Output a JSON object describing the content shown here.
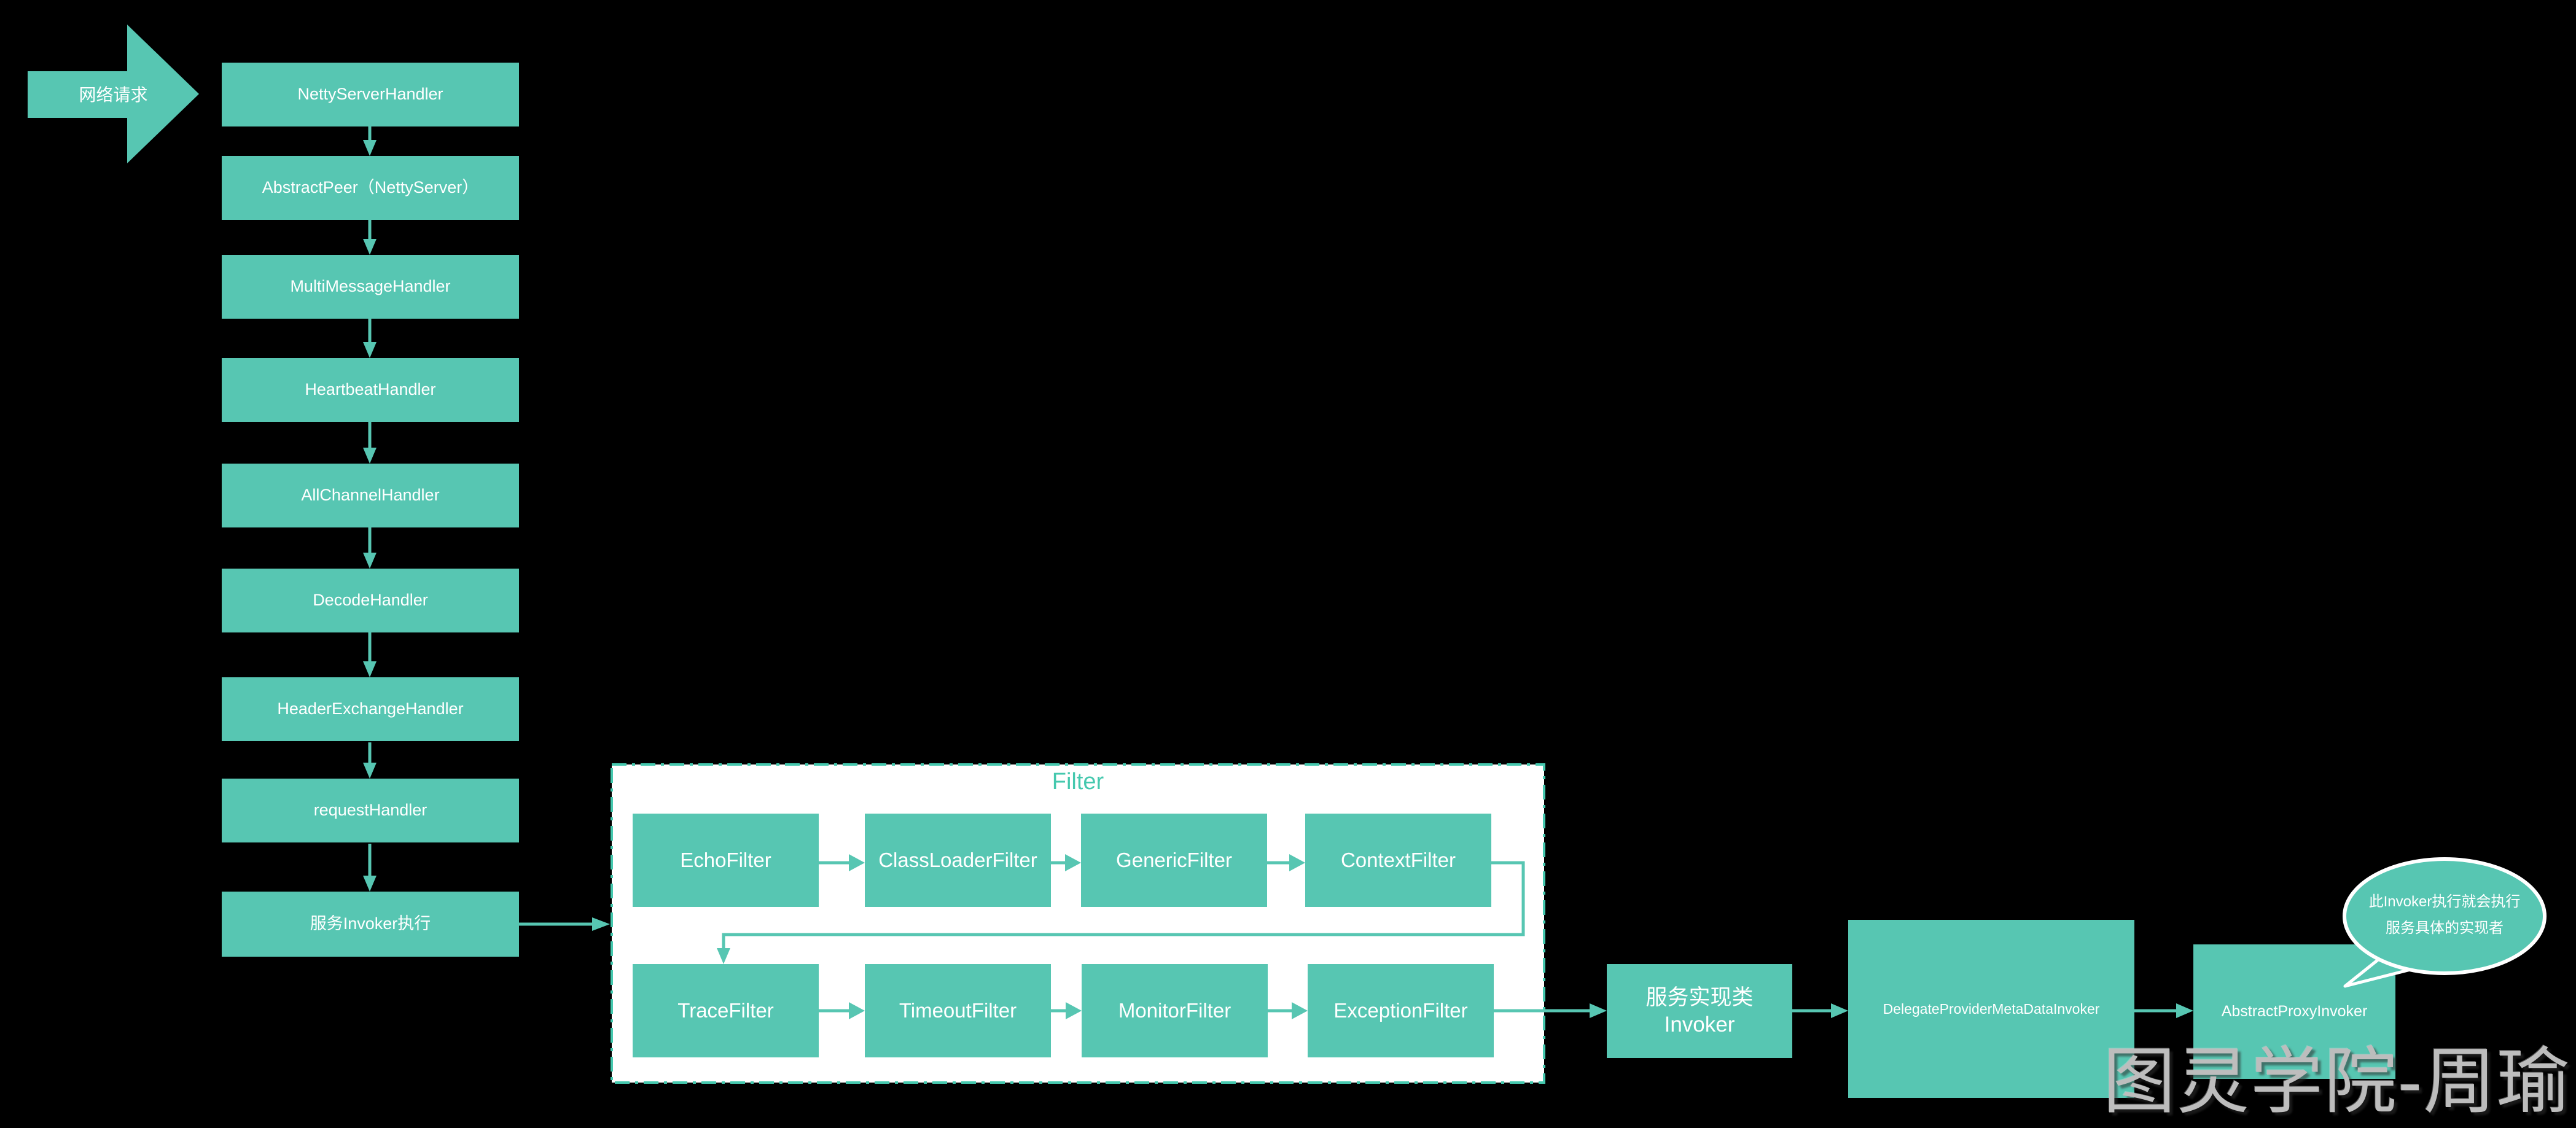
{
  "colors": {
    "background": "#000000",
    "teal": "#57C6B2",
    "filter_panel_fill": "#FFFFFF",
    "filter_title_color": "#45C8AE",
    "box_text": "#FFFFFF",
    "watermark_gray": "#BDBDBD"
  },
  "source_arrow": {
    "label": "网络请求"
  },
  "handler_chain": [
    {
      "label": "NettyServerHandler"
    },
    {
      "label": "AbstractPeer（NettyServer）"
    },
    {
      "label": "MultiMessageHandler"
    },
    {
      "label": "HeartbeatHandler"
    },
    {
      "label": "AllChannelHandler"
    },
    {
      "label": "DecodeHandler"
    },
    {
      "label": "HeaderExchangeHandler"
    },
    {
      "label": "requestHandler"
    },
    {
      "label": "服务Invoker执行"
    }
  ],
  "filter_group": {
    "title": "Filter",
    "row1": [
      {
        "label": "EchoFilter"
      },
      {
        "label": "ClassLoaderFilter"
      },
      {
        "label": "GenericFilter"
      },
      {
        "label": "ContextFilter"
      }
    ],
    "row2": [
      {
        "label": "TraceFilter"
      },
      {
        "label": "TimeoutFilter"
      },
      {
        "label": "MonitorFilter"
      },
      {
        "label": "ExceptionFilter"
      }
    ]
  },
  "invoker_chain": [
    {
      "label_line1": "服务实现类",
      "label_line2": "Invoker"
    },
    {
      "label": "DelegateProviderMetaDataInvoker"
    },
    {
      "label": "AbstractProxyInvoker"
    }
  ],
  "callout": {
    "line1": "此Invoker执行就会执行",
    "line2": "服务具体的实现者"
  },
  "watermark": {
    "text": "图灵学院-周瑜"
  }
}
